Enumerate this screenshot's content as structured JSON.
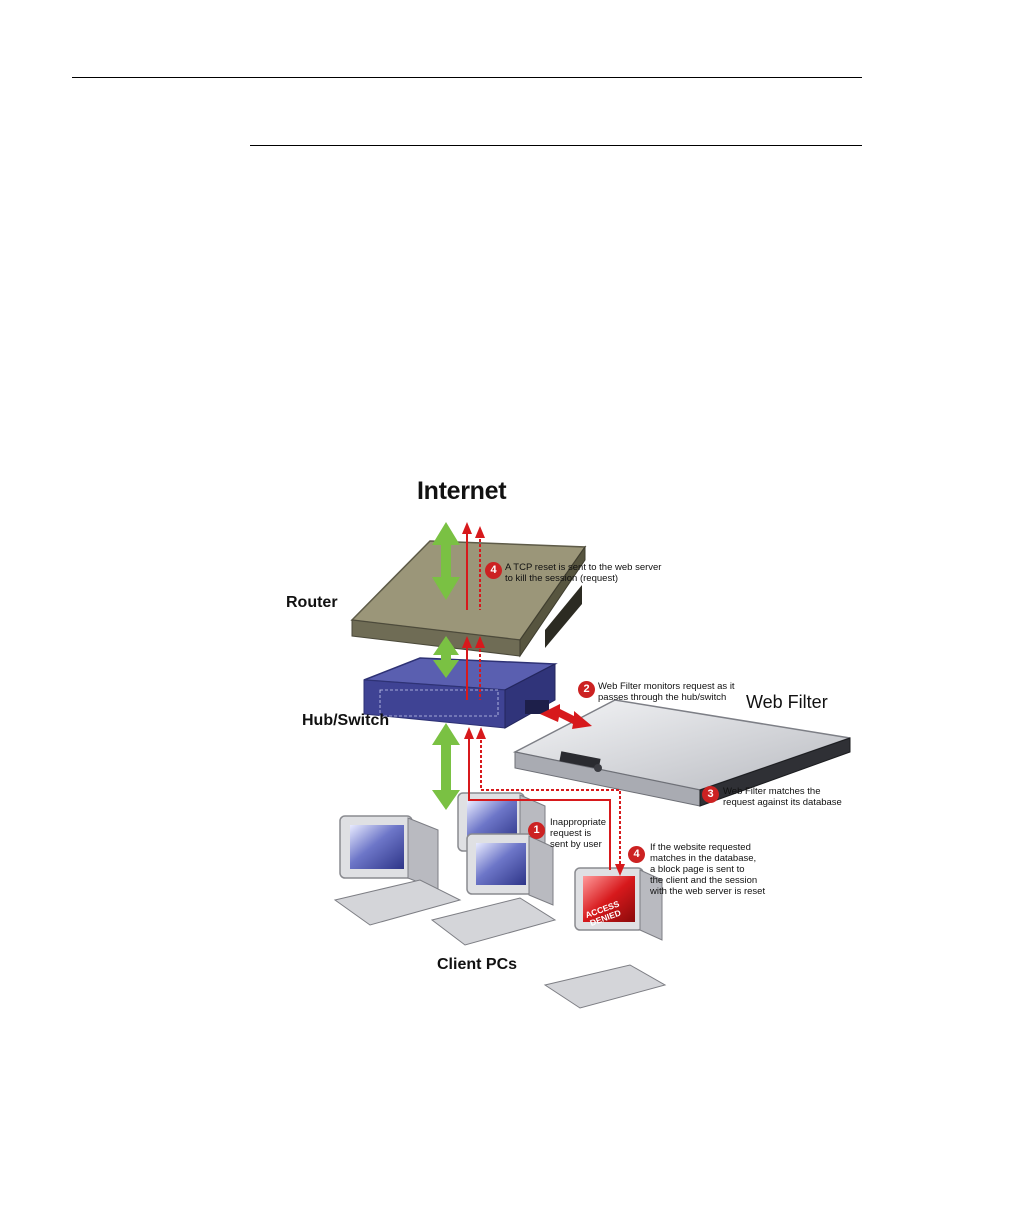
{
  "labels": {
    "internet": "Internet",
    "router": "Router",
    "hub_switch": "Hub/Switch",
    "web_filter": "Web Filter",
    "client_pcs": "Client PCs"
  },
  "steps": [
    {
      "number": "4",
      "text": "A TCP reset is sent to the web server\nto kill the session (request)"
    },
    {
      "number": "2",
      "text": "Web Filter monitors request as it\npasses through the hub/switch"
    },
    {
      "number": "3",
      "text": "Web Filter matches the\nrequest against its database"
    },
    {
      "number": "1",
      "text": "Inappropriate\nrequest is\nsent by user"
    },
    {
      "number": "4",
      "text": "If the website requested\nmatches in the database,\na block page is sent to\nthe client and the session\nwith the web server is reset"
    }
  ],
  "screen_text": "ACCESS\nDENIED",
  "colors": {
    "flow_green": "#7ac143",
    "request_red": "#d7191c",
    "router_body": "#8e8a72",
    "switch_body": "#4b4f9e",
    "filter_body": "#d9dadd",
    "monitor_screen": "#5a63b8"
  }
}
